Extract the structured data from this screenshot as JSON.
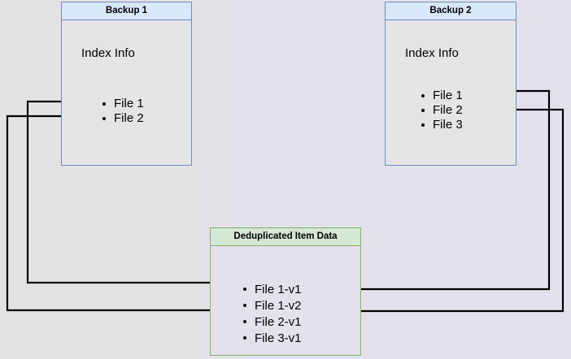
{
  "diagram": {
    "type": "deduplication-flow",
    "background_color": "#e5e2e4",
    "accent_blue": "#6c8ebf",
    "accent_blue_fill": "#dae8fc",
    "accent_green": "#82b366",
    "accent_green_fill": "#d5e8d4",
    "connector_color": "#000000"
  },
  "backup1": {
    "title": "Backup 1",
    "section_label": "Index Info",
    "files": [
      {
        "label": "File 1"
      },
      {
        "label": "File 2"
      }
    ]
  },
  "backup2": {
    "title": "Backup 2",
    "section_label": "Index Info",
    "files": [
      {
        "label": "File 1"
      },
      {
        "label": "File 2"
      },
      {
        "label": "File 3"
      }
    ]
  },
  "dedup": {
    "title": "Deduplicated Item Data",
    "items": [
      {
        "label": "File 1-v1"
      },
      {
        "label": "File 1-v2"
      },
      {
        "label": "File 2-v1"
      },
      {
        "label": "File 3-v1"
      }
    ]
  },
  "connectors": [
    {
      "from": "backup1.files.0",
      "to": "dedup.items.0",
      "name": "backup1-file1-to-file1v1"
    },
    {
      "from": "backup1.files.1",
      "to": "dedup.items.2",
      "name": "backup1-file2-to-file2v1"
    },
    {
      "from": "backup2.files.0",
      "to": "dedup.items.1",
      "name": "backup2-file1-to-file1v2"
    },
    {
      "from": "backup2.files.1",
      "to": "dedup.items.2",
      "name": "backup2-file2-to-file2v1"
    }
  ]
}
